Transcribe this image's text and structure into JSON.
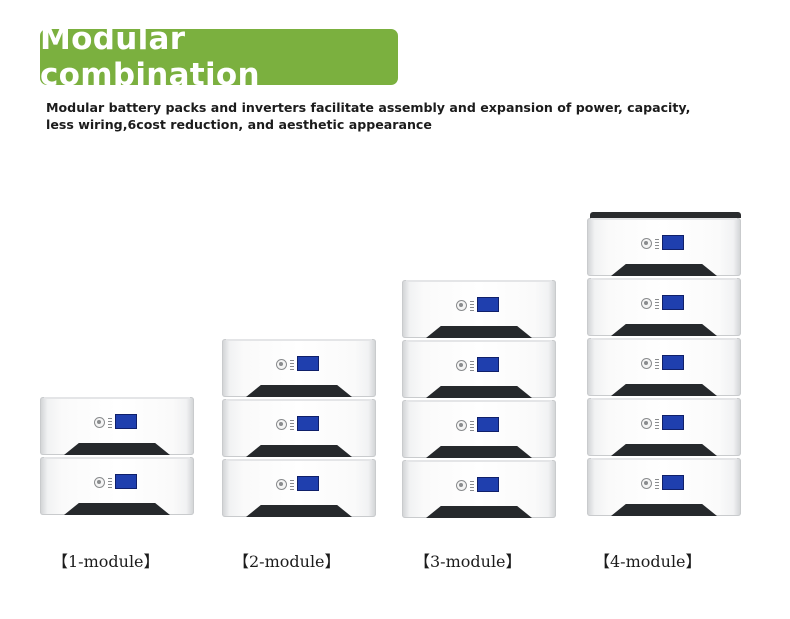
{
  "title": "Modular combination",
  "subtitle_line1": "Modular battery packs and inverters facilitate assembly and expansion of power, capacity,",
  "subtitle_line2": "less wiring,6cost reduction, and aesthetic appearance",
  "labels": [
    "【1-module】",
    "【2-module】",
    "【3-module】",
    "【4-module】"
  ],
  "colors": {
    "banner": "#7bb03f",
    "screen": "#1f3fae",
    "base": "#26292c"
  }
}
